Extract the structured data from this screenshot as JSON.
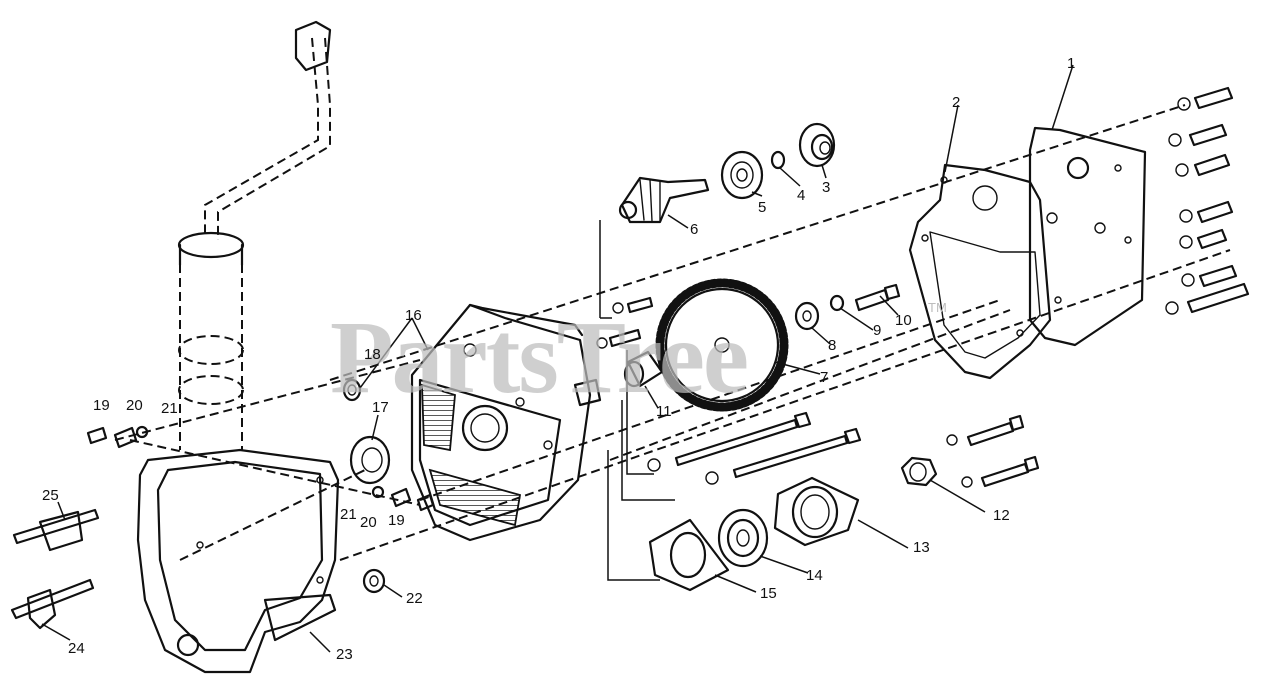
{
  "watermark": {
    "brand": "PartsTree",
    "trademark": "TM"
  },
  "callouts": [
    {
      "id": "c1",
      "text": "1"
    },
    {
      "id": "c2",
      "text": "2"
    },
    {
      "id": "c3",
      "text": "3"
    },
    {
      "id": "c4",
      "text": "4"
    },
    {
      "id": "c5",
      "text": "5"
    },
    {
      "id": "c6",
      "text": "6"
    },
    {
      "id": "c7",
      "text": "7"
    },
    {
      "id": "c8",
      "text": "8"
    },
    {
      "id": "c9",
      "text": "9"
    },
    {
      "id": "c10",
      "text": "10"
    },
    {
      "id": "c11",
      "text": "11"
    },
    {
      "id": "c12",
      "text": "12"
    },
    {
      "id": "c13",
      "text": "13"
    },
    {
      "id": "c14",
      "text": "14"
    },
    {
      "id": "c15",
      "text": "15"
    },
    {
      "id": "c16",
      "text": "16"
    },
    {
      "id": "c17",
      "text": "17"
    },
    {
      "id": "c18",
      "text": "18"
    },
    {
      "id": "c19a",
      "text": "19"
    },
    {
      "id": "c20a",
      "text": "20"
    },
    {
      "id": "c21a",
      "text": "21"
    },
    {
      "id": "c21b",
      "text": "21"
    },
    {
      "id": "c20b",
      "text": "20"
    },
    {
      "id": "c19b",
      "text": "19"
    },
    {
      "id": "c22",
      "text": "22"
    },
    {
      "id": "c23",
      "text": "23"
    },
    {
      "id": "c24",
      "text": "24"
    },
    {
      "id": "c25",
      "text": "25"
    }
  ]
}
